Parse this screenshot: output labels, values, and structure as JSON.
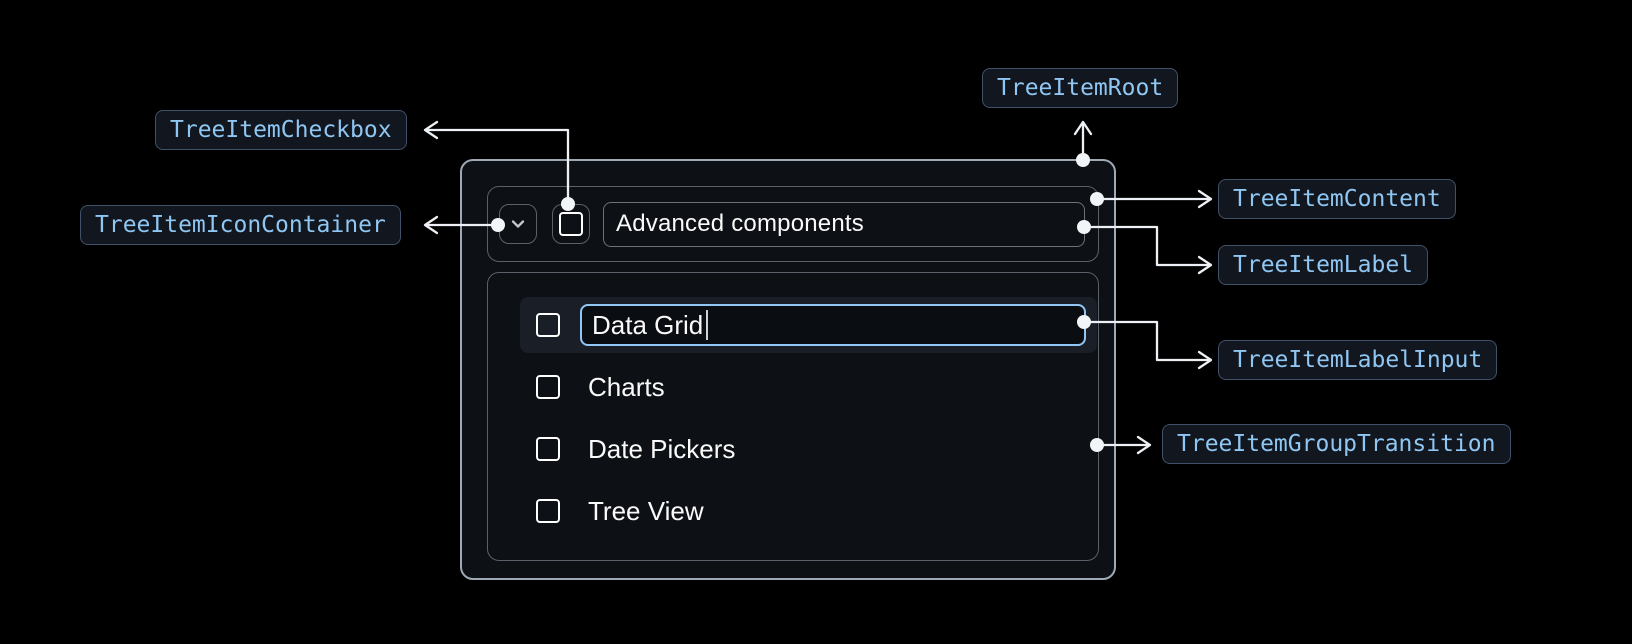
{
  "component": {
    "parent_item": {
      "label": "Advanced components",
      "expand_icon": "chevron-down-icon",
      "checkbox_checked": false
    },
    "children": [
      {
        "label": "Data Grid",
        "editing": true,
        "input_value": "Data Grid",
        "checkbox_checked": false
      },
      {
        "label": "Charts",
        "editing": false,
        "checkbox_checked": false
      },
      {
        "label": "Date Pickers",
        "editing": false,
        "checkbox_checked": false
      },
      {
        "label": "Tree View",
        "editing": false,
        "checkbox_checked": false
      }
    ]
  },
  "annotations": {
    "root": "TreeItemRoot",
    "checkbox": "TreeItemCheckbox",
    "icon_container": "TreeItemIconContainer",
    "content": "TreeItemContent",
    "label": "TreeItemLabel",
    "label_input": "TreeItemLabelInput",
    "group_transition": "TreeItemGroupTransition"
  },
  "colors": {
    "background": "#000000",
    "root_border": "#9fa9b4",
    "inner_border": "#5a616b",
    "row_highlight": "#1a1f27",
    "input_border": "#92c6f5",
    "input_background": "#0a0d11",
    "badge_text": "#8fc6f2",
    "badge_border": "#405269",
    "badge_background": "#11161f",
    "arrow": "#edf1f5",
    "text": "#fafafa"
  }
}
